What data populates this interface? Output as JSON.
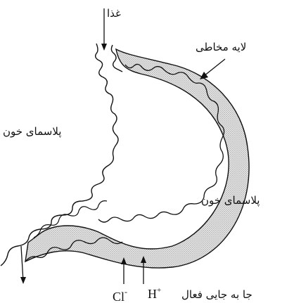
{
  "labels": {
    "food": "غذا",
    "mucosa": "لایه مخاطی",
    "plasma_left": "پلاسمای خون",
    "plasma_right": "پلاسمای خون",
    "active_transport": "جا به جایی فعال",
    "h_ion": "H",
    "h_charge": "+",
    "cl_ion": "Cl",
    "cl_charge": "-"
  },
  "colors": {
    "ink": "#111111",
    "mucosa_fill": "#bdbdbd",
    "background": "#ffffff"
  }
}
